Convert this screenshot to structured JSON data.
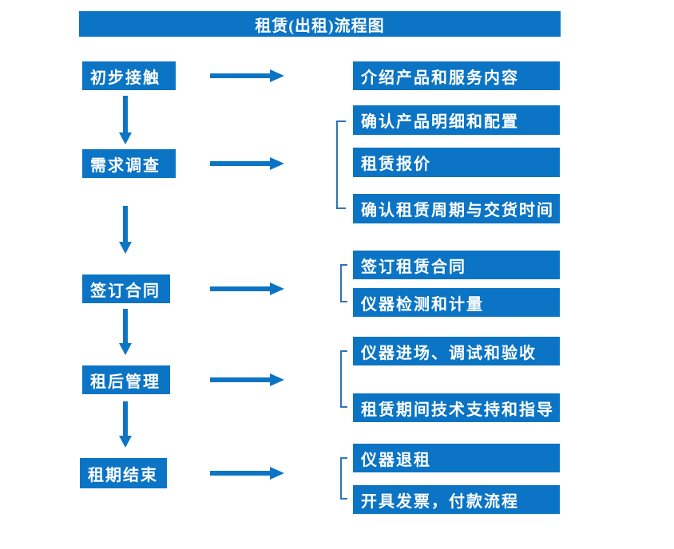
{
  "flow": {
    "title": "租赁(出租)流程图",
    "steps": [
      {
        "label": "初步接触",
        "details": [
          "介绍产品和服务内容"
        ]
      },
      {
        "label": "需求调查",
        "details": [
          "确认产品明细和配置",
          "租赁报价",
          "确认租赁周期与交货时间"
        ]
      },
      {
        "label": "签订合同",
        "details": [
          "签订租赁合同",
          "仪器检测和计量"
        ]
      },
      {
        "label": "租后管理",
        "details": [
          "仪器进场、调试和验收",
          "租赁期间技术支持和指导"
        ]
      },
      {
        "label": "租期结束",
        "details": [
          "仪器退租",
          "开具发票，付款流程"
        ]
      }
    ]
  },
  "icons": {
    "right_arrow": "→",
    "down_arrow": "↓"
  },
  "colors": {
    "box_fill": "#0B74C4",
    "box_text": "#FFFFFF",
    "arrow": "#0B74C4",
    "bracket": "#2E75B6",
    "background": "#FFFFFF"
  }
}
